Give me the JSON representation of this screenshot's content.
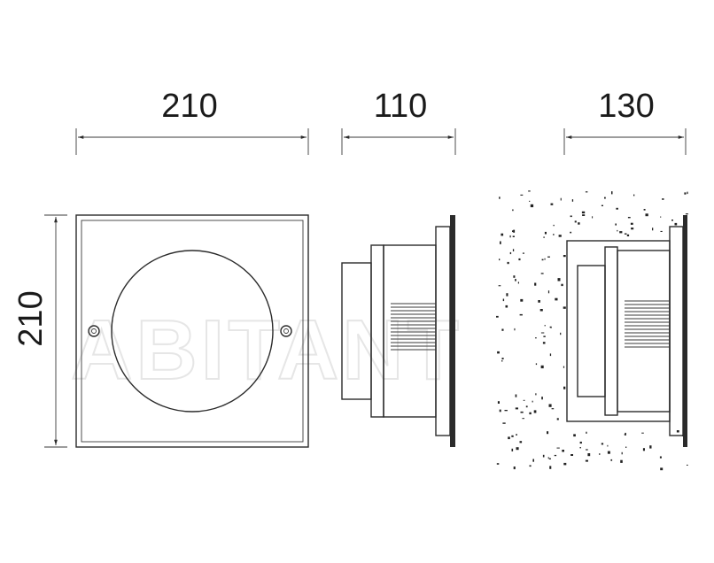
{
  "dimensions": {
    "front_width": "210",
    "front_height": "210",
    "side_depth": "110",
    "installed_depth": "130"
  },
  "watermark": {
    "text": "ABITANT"
  },
  "colors": {
    "line": "#2b2b2b",
    "watermark": "#e6e6e6"
  }
}
